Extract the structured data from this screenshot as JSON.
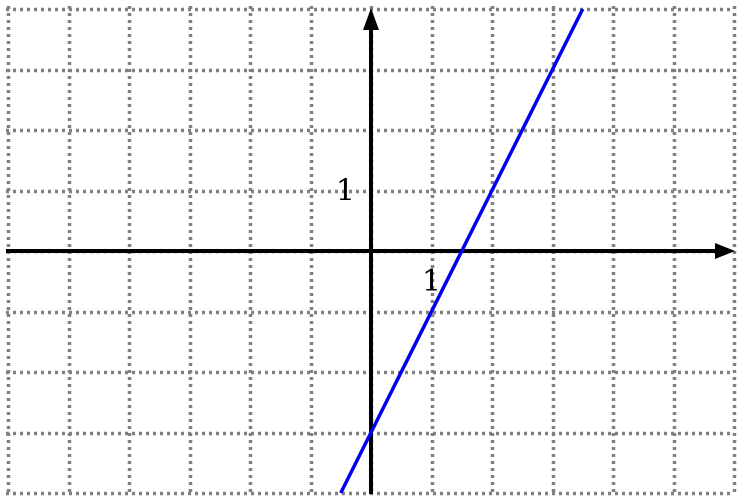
{
  "chart_data": {
    "type": "line",
    "title": "",
    "xlabel": "",
    "ylabel": "",
    "xlim": [
      -6,
      6
    ],
    "ylim": [
      -4,
      4
    ],
    "grid": true,
    "grid_step": 1,
    "tick_labels": {
      "x": [
        {
          "value": 1,
          "text": "1"
        }
      ],
      "y": [
        {
          "value": 1,
          "text": "1"
        }
      ]
    },
    "series": [
      {
        "color": "#0000ee",
        "slope": 2,
        "intercept": -3,
        "x": [
          -0.5,
          3.5
        ],
        "y": [
          -4,
          4
        ]
      }
    ]
  }
}
